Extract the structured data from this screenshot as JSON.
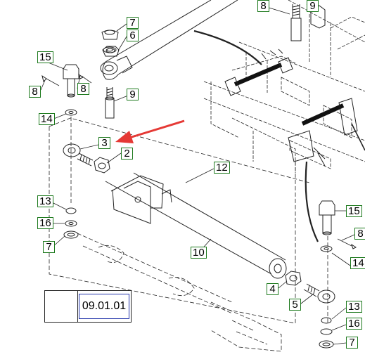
{
  "callouts": [
    {
      "id": "c1",
      "label": "7"
    },
    {
      "id": "c2",
      "label": "6"
    },
    {
      "id": "c3",
      "label": "8"
    },
    {
      "id": "c4",
      "label": "9"
    },
    {
      "id": "c5",
      "label": "15"
    },
    {
      "id": "c6",
      "label": "8"
    },
    {
      "id": "c7",
      "label": "8"
    },
    {
      "id": "c8",
      "label": "9"
    },
    {
      "id": "c9",
      "label": "14"
    },
    {
      "id": "c10",
      "label": "3"
    },
    {
      "id": "c11",
      "label": "2"
    },
    {
      "id": "c12",
      "label": "12"
    },
    {
      "id": "c13",
      "label": "13"
    },
    {
      "id": "c14",
      "label": "16"
    },
    {
      "id": "c15",
      "label": "7"
    },
    {
      "id": "c16",
      "label": "10"
    },
    {
      "id": "c17",
      "label": "4"
    },
    {
      "id": "c18",
      "label": "5"
    },
    {
      "id": "c19",
      "label": "15"
    },
    {
      "id": "c20",
      "label": "8"
    },
    {
      "id": "c21",
      "label": "14"
    },
    {
      "id": "c22",
      "label": "13"
    },
    {
      "id": "c23",
      "label": "16"
    },
    {
      "id": "c24",
      "label": "7"
    }
  ],
  "reference": {
    "code": "09.01.01",
    "icon": "eye-icon"
  },
  "colors": {
    "callout_border": "#1e7a1e",
    "arrow": "#e53935",
    "ref_border": "#2233aa"
  }
}
